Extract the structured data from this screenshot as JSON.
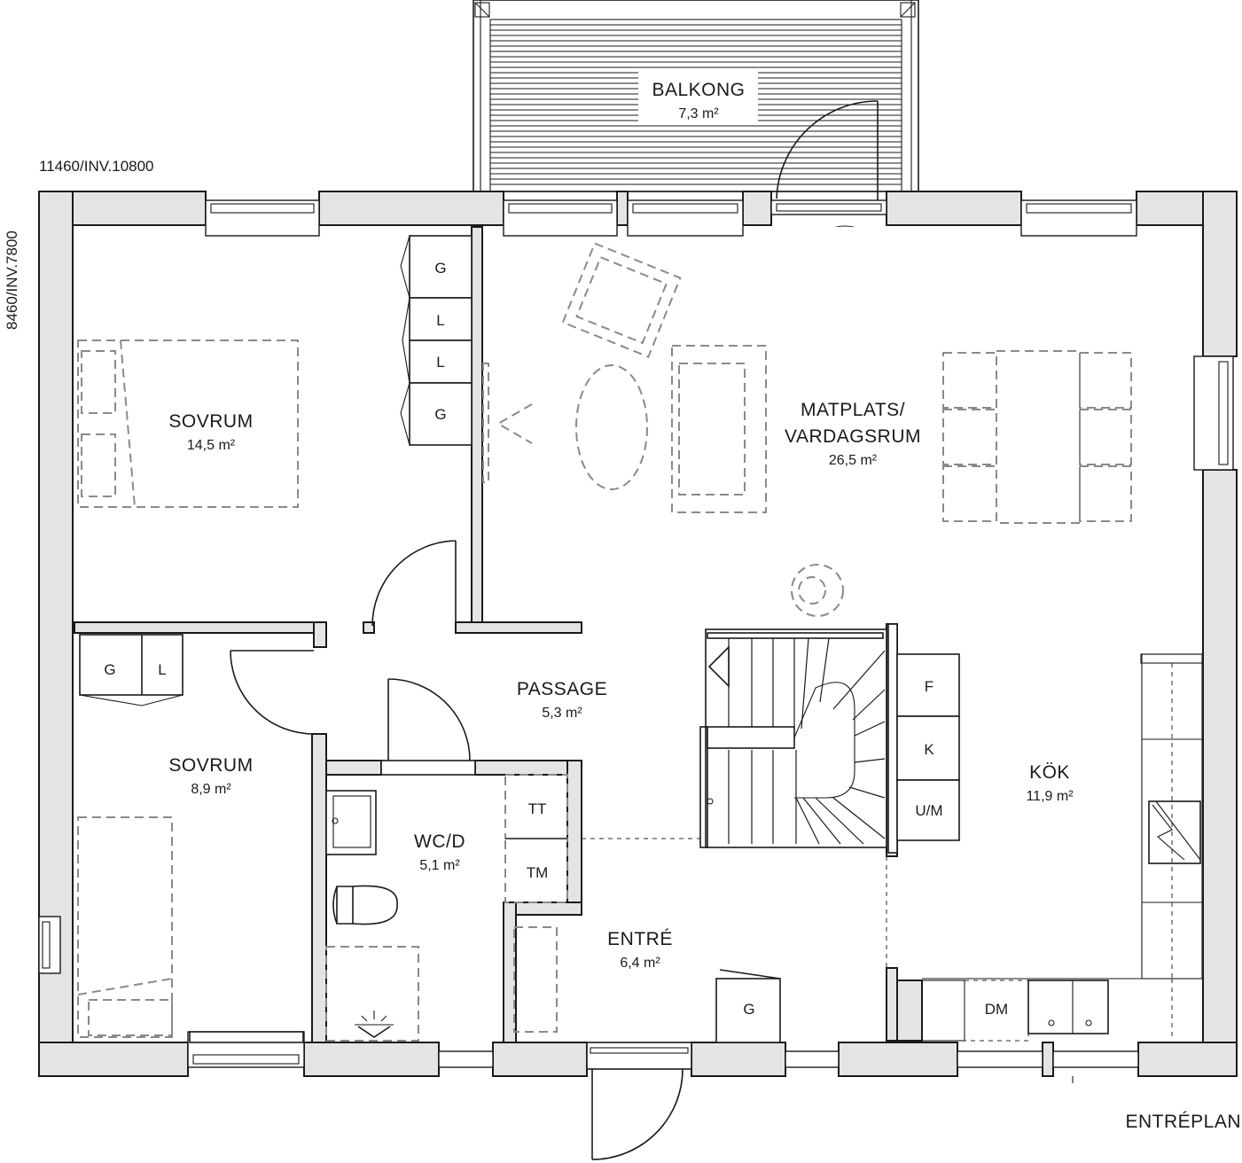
{
  "plan": {
    "title": "ENTRÉPLAN",
    "dimension_width": "11460/INV.10800",
    "dimension_depth": "8460/INV.7800"
  },
  "rooms": {
    "balkong": {
      "name": "BALKONG",
      "area": "7,3 m²"
    },
    "sovrum1": {
      "name": "SOVRUM",
      "area": "14,5 m²"
    },
    "matplats": {
      "name_line1": "MATPLATS/",
      "name_line2": "VARDAGSRUM",
      "area": "26,5 m²"
    },
    "passage": {
      "name": "PASSAGE",
      "area": "5,3 m²"
    },
    "sovrum2": {
      "name": "SOVRUM",
      "area": "8,9 m²"
    },
    "wcd": {
      "name": "WC/D",
      "area": "5,1 m²"
    },
    "kok": {
      "name": "KÖK",
      "area": "11,9 m²"
    },
    "entre": {
      "name": "ENTRÉ",
      "area": "6,4 m²"
    }
  },
  "fixtures": {
    "closet_g": "G",
    "closet_l": "L",
    "tt": "TT",
    "tm": "TM",
    "fridge": "F",
    "freezer_k": "K",
    "oven": "U/M",
    "dishwasher": "DM"
  }
}
